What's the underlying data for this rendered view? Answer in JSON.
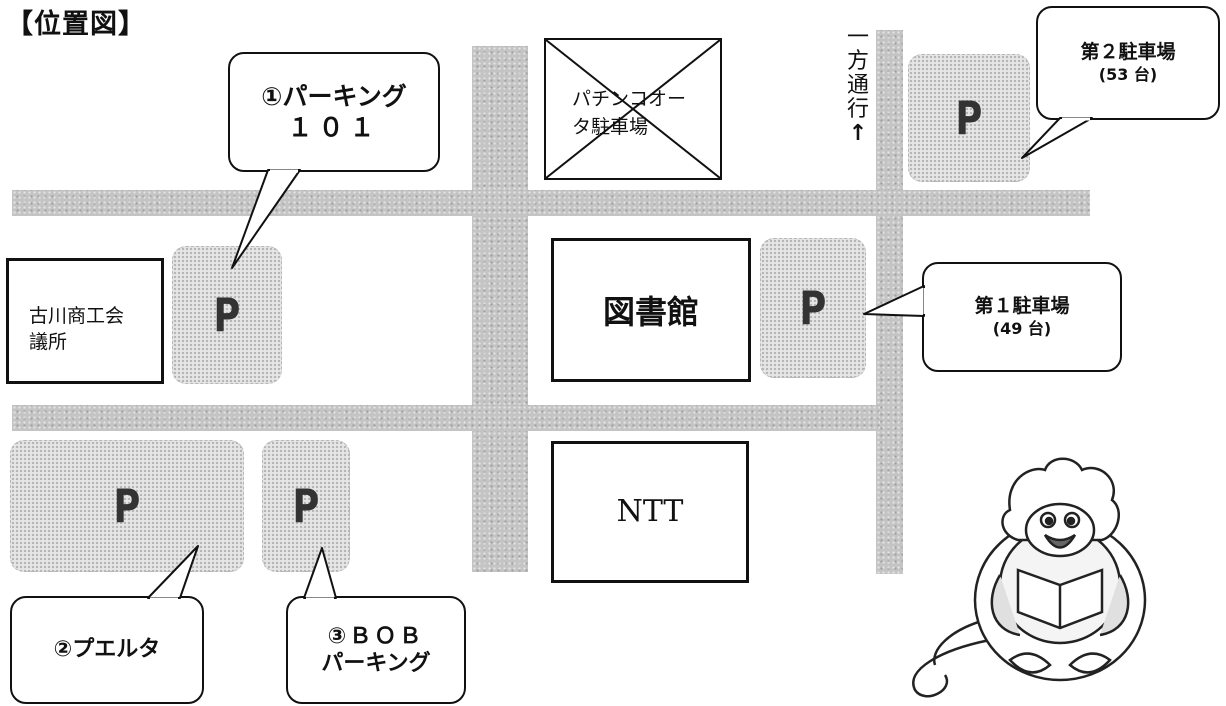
{
  "title": "【位置図】",
  "buildings": {
    "pachinko": {
      "line1": "パチンコオー",
      "line2": "タ駐車場"
    },
    "library": "図書館",
    "chamber": {
      "line1": "古川商工会",
      "line2": "議所"
    },
    "ntt": "NTT"
  },
  "one_way": {
    "chars": [
      "一",
      "方",
      "通",
      "行"
    ],
    "arrow": "↑"
  },
  "parking_symbol": "P",
  "callouts": {
    "parking101": {
      "line1": "①パーキング",
      "line2": "１０１"
    },
    "lot2": {
      "line1": "第２駐車場",
      "line2": "(53 台)"
    },
    "lot1": {
      "line1": "第１駐車場",
      "line2": "(49 台)"
    },
    "puerta": {
      "line1": "②プエルタ"
    },
    "bob": {
      "line1": "③ＢＯＢ",
      "line2": "パーキング"
    }
  },
  "colors": {
    "road": "#c4c4c4",
    "lot": "#e6e6e6",
    "outline": "#111111"
  }
}
